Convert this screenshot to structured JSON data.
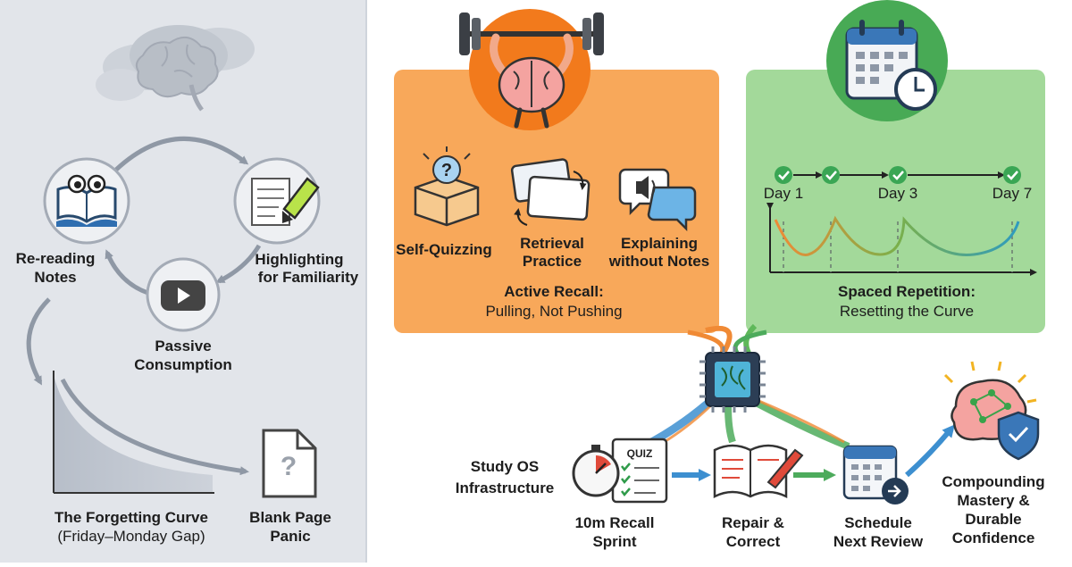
{
  "passive": {
    "rereading": [
      "Re-reading",
      "Notes"
    ],
    "highlighting": [
      "Highlighting",
      "for Familiarity"
    ],
    "consumption": [
      "Passive",
      "Consumption"
    ],
    "curve": [
      "The Forgetting Curve",
      "(Friday–Monday Gap)"
    ],
    "blank": [
      "Blank Page",
      "Panic"
    ]
  },
  "active_recall": {
    "items": [
      [
        "Self-Quizzing"
      ],
      [
        "Retrieval",
        "Practice"
      ],
      [
        "Explaining",
        "without Notes"
      ]
    ],
    "title": "Active Recall:",
    "subtitle": "Pulling, Not Pushing"
  },
  "spaced": {
    "days": [
      "Day 1",
      "Day 3",
      "Day 7"
    ],
    "title": "Spaced Repetition:",
    "subtitle": "Resetting the Curve"
  },
  "pipeline": {
    "infra": [
      "Study OS",
      "Infrastructure"
    ],
    "quiz_label": "QUIZ",
    "steps": [
      [
        "10m Recall",
        "Sprint"
      ],
      [
        "Repair &",
        "Correct"
      ],
      [
        "Schedule",
        "Next Review"
      ],
      [
        "Compounding",
        "Mastery &",
        "Durable",
        "Confidence"
      ]
    ]
  },
  "colors": {
    "left_bg": "#e2e5ea",
    "orange": "#f8a85a",
    "green": "#a3d99a",
    "blue": "#2f7fc1"
  }
}
